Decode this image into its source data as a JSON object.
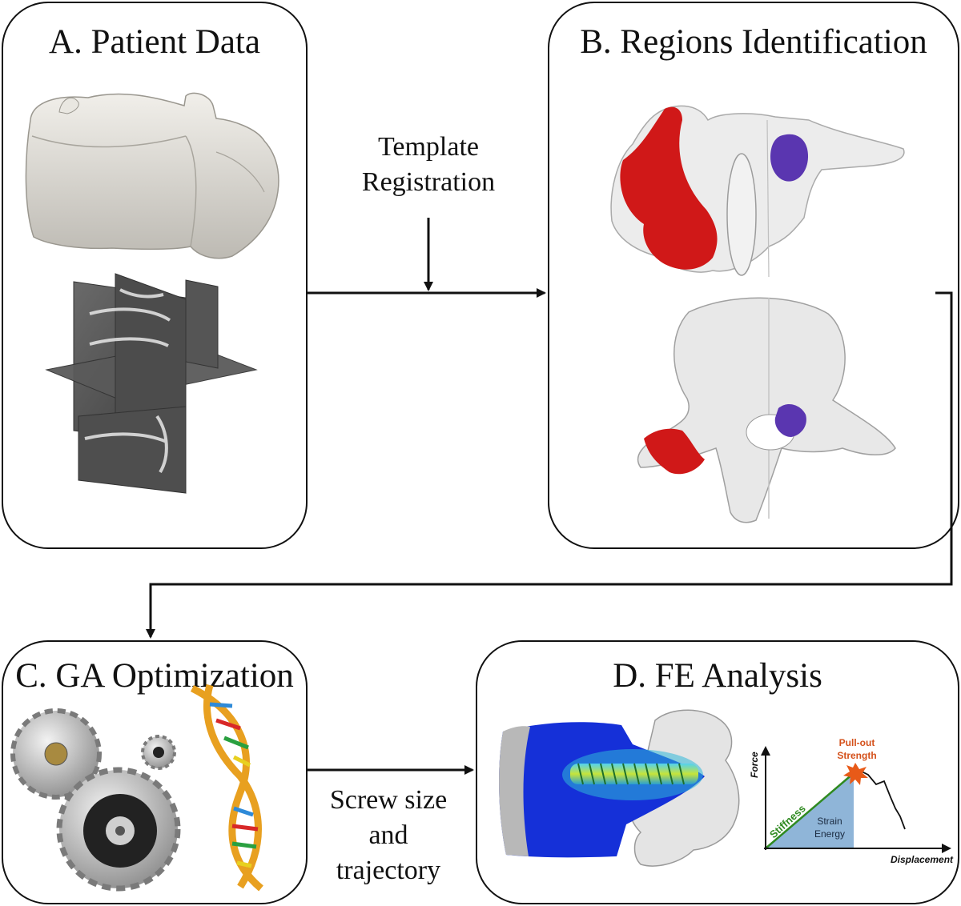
{
  "panels": {
    "a": {
      "title": "A. Patient Data"
    },
    "b": {
      "title": "B. Regions Identification"
    },
    "c": {
      "title": "C. GA Optimization"
    },
    "d": {
      "title": "D. FE Analysis"
    }
  },
  "flow": {
    "template": [
      "Template",
      "Registration"
    ],
    "screw": [
      "Screw size",
      "and",
      "trajectory"
    ]
  },
  "graph": {
    "y_axis": "Force",
    "x_axis": "Displacement",
    "stiffness": "Stiffness",
    "strain_energy": [
      "Strain",
      "Energy"
    ],
    "pullout": [
      "Pull-out",
      "Strength"
    ]
  },
  "colors": {
    "region_red": "#d01818",
    "region_purple": "#5a36b0",
    "bone": "#e6e4df",
    "fe_blue": "#1530d8",
    "energy_fill": "#8fb5d8",
    "pullout_text": "#d4501a",
    "stiffness_text": "#2f8a20"
  }
}
